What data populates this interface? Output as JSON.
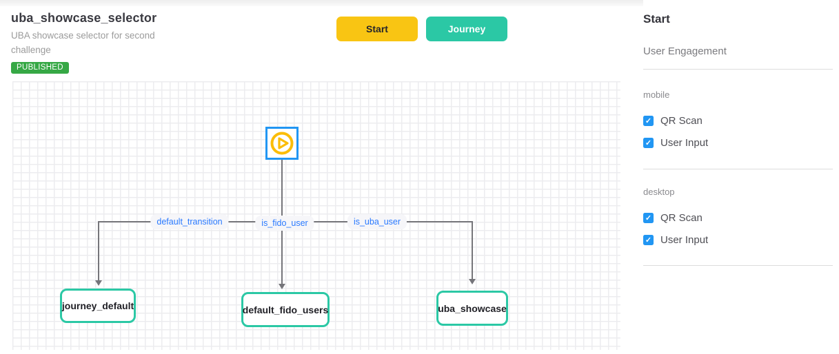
{
  "header": {
    "title": "uba_showcase_selector",
    "subtitle": "UBA showcase selector for second challenge",
    "status_badge": "PUBLISHED",
    "status_color": "#36a845"
  },
  "toolbar": {
    "start_label": "Start",
    "journey_label": "Journey",
    "start_color": "#f9c513",
    "journey_color": "#2bc8a5"
  },
  "flow": {
    "start_node_icon": "play-circle-icon",
    "start_node_border_color": "#2196f3",
    "play_icon_color": "#fbbd08",
    "line_color": "#75757a",
    "node_border_color": "#2bc8a5",
    "edge_label_color": "#2979ff",
    "edges": [
      {
        "label": "default_transition"
      },
      {
        "label": "is_fido_user"
      },
      {
        "label": "is_uba_user"
      }
    ],
    "nodes": [
      {
        "label": "journey_default"
      },
      {
        "label": "default_fido_users"
      },
      {
        "label": "uba_showcase"
      }
    ]
  },
  "sidebar": {
    "title": "Start",
    "subtitle": "User Engagement",
    "checkbox_color": "#2196f3",
    "icons": {
      "check": "✓"
    },
    "sections": [
      {
        "label": "mobile",
        "options": [
          {
            "label": "QR Scan",
            "checked": true
          },
          {
            "label": "User Input",
            "checked": true
          }
        ]
      },
      {
        "label": "desktop",
        "options": [
          {
            "label": "QR Scan",
            "checked": true
          },
          {
            "label": "User Input",
            "checked": true
          }
        ]
      }
    ]
  }
}
